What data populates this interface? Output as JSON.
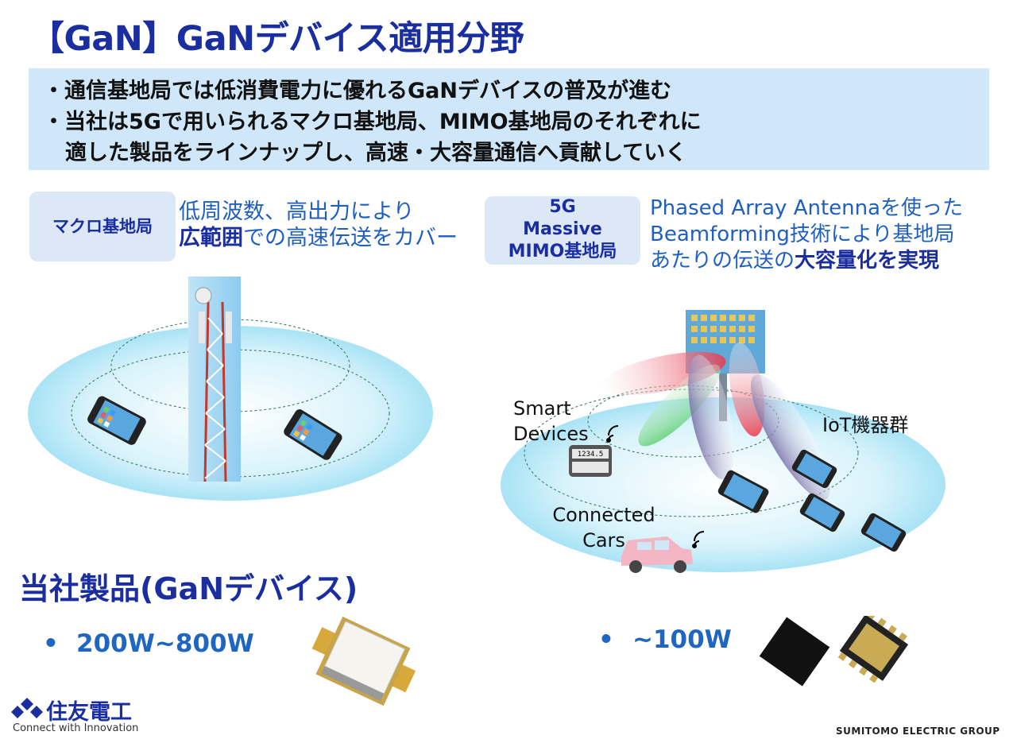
{
  "slide": {
    "title": "【GaN】GaNデバイス適用分野",
    "summary": {
      "bullet1": "・通信基地局では低消費電力に優れるGaNデバイスの普及が進む",
      "bullet2_line1": "・当社は5Gで用いられるマクロ基地局、MIMO基地局のそれぞれに",
      "bullet2_line2": "適した製品をラインナップし、高速・大容量通信へ貢献していく"
    },
    "macro": {
      "tag": "マクロ基地局",
      "desc_line1": "低周波数、高出力により",
      "desc_line2_em": "広範囲",
      "desc_line2_rest": "での高速伝送をカバー"
    },
    "mimo": {
      "tag_line1": "5G",
      "tag_line2": "Massive",
      "tag_line3": "MIMO基地局",
      "desc_line1": "Phased Array Antennaを使った",
      "desc_line2": "Beamforming技術により基地局",
      "desc_line3_pre": "あたりの伝送の",
      "desc_line3_em": "大容量化を実現",
      "label_smart_1": "Smart",
      "label_smart_2": "Devices",
      "label_iot": "IoT機器群",
      "label_cars_1": "Connected",
      "label_cars_2": "Cars",
      "meter_reading": "1234.5"
    },
    "products": {
      "title": "当社製品(GaNデバイス)",
      "bullet_dot": "•",
      "spec_macro": "200W~800W",
      "spec_mimo": "~100W"
    },
    "footer": {
      "logo_text": "住友電工",
      "tagline": "Connect with Innovation",
      "group": "SUMITOMO ELECTRIC GROUP"
    },
    "colors": {
      "title": "#1a2ea0",
      "summary_bg": "#cfe7f9",
      "description": "#1f5fc0",
      "spec": "#1f66c2"
    }
  }
}
